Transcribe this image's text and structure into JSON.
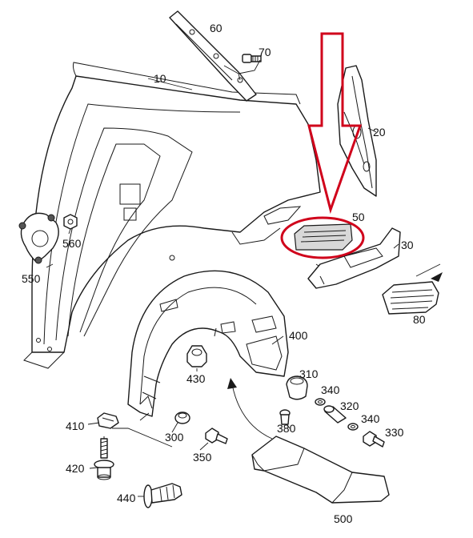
{
  "highlight_color": "#d0021b",
  "labels": {
    "p10": "10",
    "p20": "20",
    "p30": "30",
    "p50": "50",
    "p60": "60",
    "p70": "70",
    "p80": "80",
    "p300": "300",
    "p310": "310",
    "p320": "320",
    "p330": "330",
    "p340a": "340",
    "p340b": "340",
    "p350": "350",
    "p380": "380",
    "p400": "400",
    "p410": "410",
    "p420": "420",
    "p430": "430",
    "p440": "440",
    "p500": "500",
    "p550": "550",
    "p560": "560"
  }
}
